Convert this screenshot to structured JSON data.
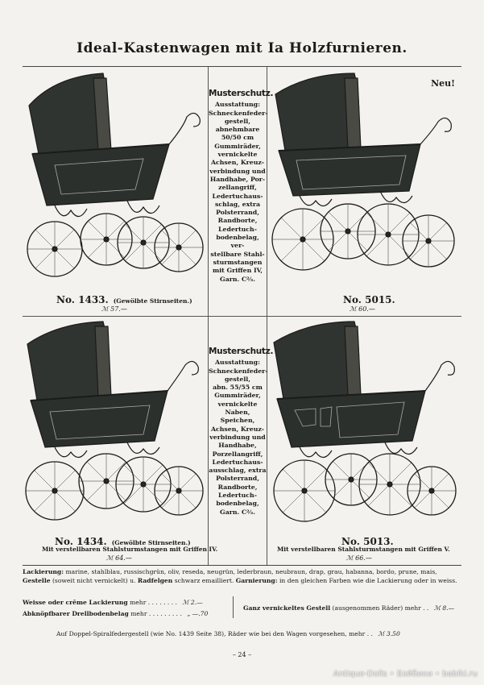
{
  "title": "Ideal-Kastenwagen mit Ia Holzfurnieren.",
  "neu_label": "Neu!",
  "models": [
    {
      "number": "No. 1433.",
      "note": "(Gewölbte Stirnseiten.)",
      "sub": "",
      "price": "ℳ 57.—"
    },
    {
      "number": "No. 5015.",
      "note": "",
      "sub": "",
      "price": "ℳ 60.—"
    },
    {
      "number": "No. 1434.",
      "note": "(Gewölbte Stirnseiten.)",
      "sub": "Mit verstellbaren Stahlsturmstangen mit Griffen IV.",
      "price": "ℳ 64.—"
    },
    {
      "number": "No. 5013.",
      "note": "",
      "sub": "Mit verstellbaren Stahlsturmstangen mit Griffen V.",
      "price": "ℳ 66.—"
    }
  ],
  "specs_top": {
    "heading": "Musterschutz.",
    "lines": [
      "Ausstattung:",
      "Schneckenfeder-",
      "gestell,",
      "abnehmbare",
      "50/50 cm",
      "Gummiräder,",
      "vernickelte",
      "Achsen, Kreuz-",
      "verbindung und",
      "Handhabe, Por-",
      "zellangriff,",
      "Ledertuchaus-",
      "schlag, extra",
      "Polsterrand,",
      "Randborte,",
      "Ledertuch-",
      "bodenbelag, ver-",
      "stellbare Stahl-",
      "sturmstangen",
      "mit Griffen IV,",
      "Garn. C⅔."
    ]
  },
  "specs_bottom": {
    "heading": "Musterschutz.",
    "lines": [
      "Ausstattung:",
      "Schneckenfeder-",
      "gestell,",
      "abn. 55/55 cm",
      "Gummiräder,",
      "vernickelte",
      "Naben,",
      "Speichen,",
      "Achsen, Kreuz-",
      "verbindung und",
      "Handhabe,",
      "Porzellangriff,",
      "Ledertuchaus-",
      "ausschlag, extra",
      "Polsterrand,",
      "Randborte,",
      "Ledertuch-",
      "bodenbelag,",
      "Garn. C⅔."
    ]
  },
  "footer": {
    "lackierung_label": "Lackierung:",
    "lackierung_text": "marine, stahlblau, russischgrün, oliv, reseda, neugrün, lederbraun, neubraun, drap, grau, habanna, bordo, prune, mais,",
    "gestelle_label": "Gestelle",
    "gestelle_text": "(soweit nicht vernickelt) u.",
    "radfelgen_label": "Radfelgen",
    "radfelgen_text": "schwarz emailliert.",
    "garnierung_label": "Garnierung:",
    "garnierung_text": "in den gleichen Farben wie die Lackierung oder in weiss."
  },
  "extras": [
    {
      "label": "Weisse oder crême Lackierung",
      "suffix": "mehr . . . . . . . .",
      "price": "ℳ 2.—"
    },
    {
      "label": "Abknöpfbarer Drellbodenbelag",
      "suffix": "mehr . . . . . . . . .",
      "price": "„ —.70"
    },
    {
      "label": "Ganz vernickeltes Gestell",
      "suffix": "(ausgenommen Räder) mehr . .",
      "price": "ℳ 8.—"
    }
  ],
  "doppel_note": "Auf Doppel-Spiralfedergestell (wie No. 1439 Seite 38), Räder wie bei den Wagen vorgesehen, mehr . .",
  "doppel_price": "ℳ 3.50",
  "page_number": "– 24 –",
  "watermark": "Antique-Dolls • Бэйбики • babiki.ru",
  "colors": {
    "paper": "#f4f2ee",
    "ink": "#1b1b1b",
    "body": "#2b302c"
  }
}
